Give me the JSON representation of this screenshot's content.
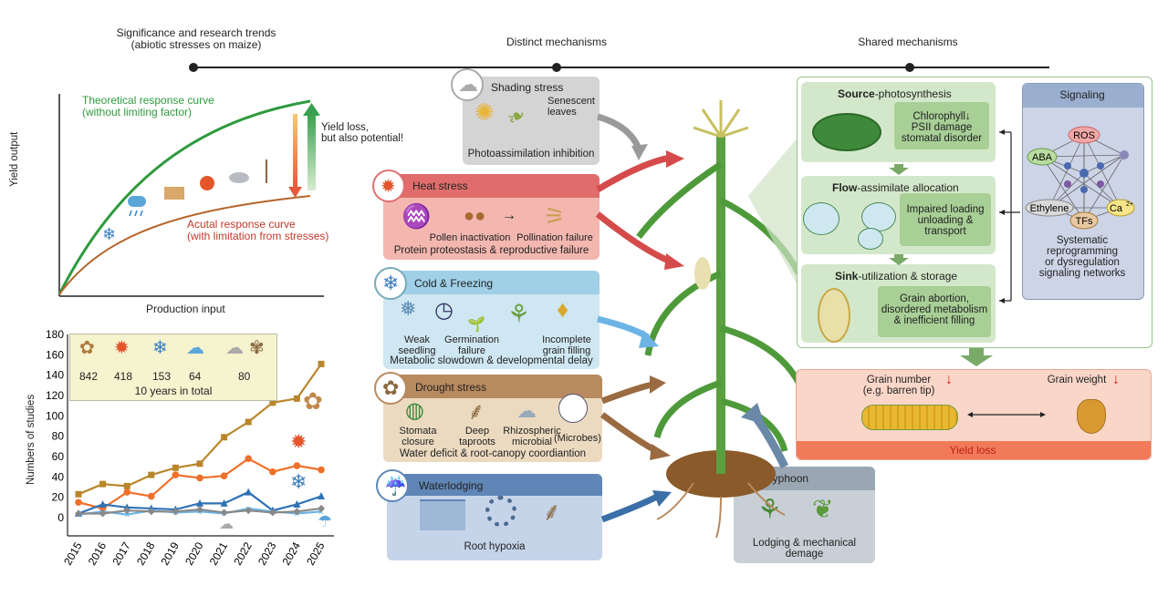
{
  "headers": {
    "significance_line1": "Significance and research trends",
    "significance_line2": "(abiotic stresses on maize)",
    "distinct": "Distinct mechanisms",
    "shared": "Shared mechanisms"
  },
  "response_plot": {
    "theoretical_line1": "Theoretical response curve",
    "theoretical_line2": "(without limiting factor)",
    "actual_line1": "Acutal response curve",
    "actual_line2": "(with limitation from stresses)",
    "yield_loss_line1": "Yield loss,",
    "yield_loss_line2": "but also potential!",
    "ylabel": "Yield output",
    "xlabel": "Production input",
    "colors": {
      "theoretical": "#2e9a3e",
      "actual": "#b5652a"
    }
  },
  "chart_data": {
    "type": "line",
    "x": [
      "2015",
      "2016",
      "2017",
      "2018",
      "2019",
      "2020",
      "2021",
      "2022",
      "2023",
      "2024",
      "2025"
    ],
    "ylabel": "Numbers of studies",
    "ylim": [
      0,
      180
    ],
    "yticks": [
      "0",
      "20",
      "40",
      "60",
      "80",
      "100",
      "120",
      "140",
      "160",
      "180"
    ],
    "series": [
      {
        "key": "drought",
        "color": "#b8862b",
        "values": [
          23,
          33,
          31,
          42,
          49,
          53,
          79,
          94,
          113,
          117,
          151
        ]
      },
      {
        "key": "heat",
        "color": "#f0702a",
        "values": [
          15,
          9,
          25,
          21,
          42,
          39,
          41,
          58,
          45,
          51,
          47
        ]
      },
      {
        "key": "cold",
        "color": "#2f72b5",
        "values": [
          4,
          13,
          10,
          9,
          8,
          14,
          14,
          25,
          7,
          13,
          21
        ]
      },
      {
        "key": "waterlogging",
        "color": "#6db4e6",
        "values": [
          3,
          6,
          3,
          7,
          5,
          6,
          4,
          9,
          6,
          4,
          6
        ]
      },
      {
        "key": "shading_typhoon",
        "color": "#888888",
        "values": [
          4,
          4,
          7,
          6,
          6,
          8,
          5,
          7,
          5,
          6,
          9
        ]
      }
    ],
    "inset": {
      "counts": [
        "842",
        "418",
        "153",
        "64",
        "80"
      ],
      "total": "10 years in total"
    }
  },
  "stresses": {
    "shading": {
      "title": "Shading stress",
      "label1": "Senescent",
      "label2": "leaves",
      "caption": "Photoassimilation inhibition"
    },
    "heat": {
      "title": "Heat stress",
      "pollen": "Pollen inactivation",
      "pollination": "Pollination failure",
      "caption": "Protein proteostasis & reproductive failure"
    },
    "cold": {
      "title": "Cold & Freezing",
      "weak1": "Weak",
      "weak2": "seedling",
      "germ1": "Germination",
      "germ2": "failure",
      "inc1": "Incomplete",
      "inc2": "grain filling",
      "caption": "Metabolic slowdown & developmental delay"
    },
    "drought": {
      "title": "Drought stress",
      "stom1": "Stomata",
      "stom2": "closure",
      "deep1": "Deep",
      "deep2": "taproots",
      "rhizo1": "Rhizospheric",
      "rhizo2": "microbial",
      "microbes": "(Microbes)",
      "caption": "Water deficit & root-canopy coordiantion"
    },
    "waterlogging": {
      "title": "Waterlodging",
      "caption": "Root hypoxia"
    },
    "typhoon": {
      "title": "Typhoon",
      "caption1": "Lodging & mechanical",
      "caption2": "demage"
    }
  },
  "shared": {
    "source_bold": "Source",
    "source_rest": "-photosynthesis",
    "source_box1": "Chlorophyll↓",
    "source_box2": "PSII damage",
    "source_box3": "stomatal disorder",
    "flow_bold": "Flow",
    "flow_rest": "-assimilate allocation",
    "flow_box1": "Impaired loading",
    "flow_box2": "unloading &",
    "flow_box3": "transport",
    "sink_bold": "Sink",
    "sink_rest": "-utilization & storage",
    "sink_box1": "Grain abortion,",
    "sink_box2": "disordered metabolism",
    "sink_box3": "& inefficient filling",
    "signaling_title": "Signaling",
    "nodes": {
      "ros": "ROS",
      "aba": "ABA",
      "ethylene": "Ethylene",
      "tfs": "TFs",
      "ca": "Ca"
    },
    "sig_line1": "Systematic",
    "sig_line2": "reprogramming",
    "sig_line3": "or dysregulation",
    "sig_line4": "signaling networks"
  },
  "yield": {
    "grain_number1": "Grain number",
    "grain_number2": "(e.g. barren tip)",
    "grain_weight": "Grain weight",
    "loss": "Yield loss"
  }
}
